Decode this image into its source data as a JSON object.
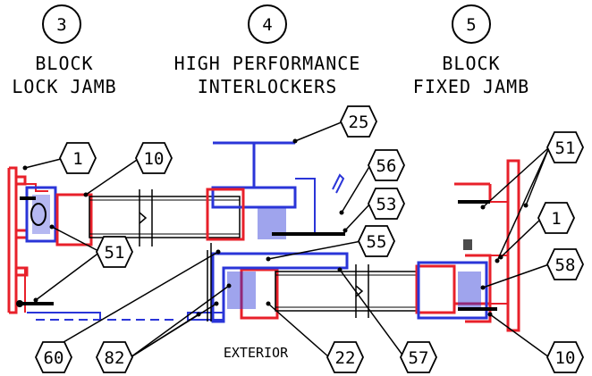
{
  "headers": [
    {
      "number": "3",
      "line1": "BLOCK",
      "line2": "LOCK JAMB"
    },
    {
      "number": "4",
      "line1": "HIGH PERFORMANCE",
      "line2": "INTERLOCKERS"
    },
    {
      "number": "5",
      "line1": "BLOCK",
      "line2": "FIXED JAMB"
    }
  ],
  "exterior_label": "EXTERIOR",
  "callouts": [
    "1",
    "10",
    "25",
    "56",
    "53",
    "55",
    "51",
    "60",
    "82",
    "22",
    "57",
    "51",
    "1",
    "58",
    "10"
  ],
  "colors": {
    "red": "#e8202a",
    "blue": "#2a35d8",
    "black": "#000000",
    "background": "#ffffff"
  }
}
